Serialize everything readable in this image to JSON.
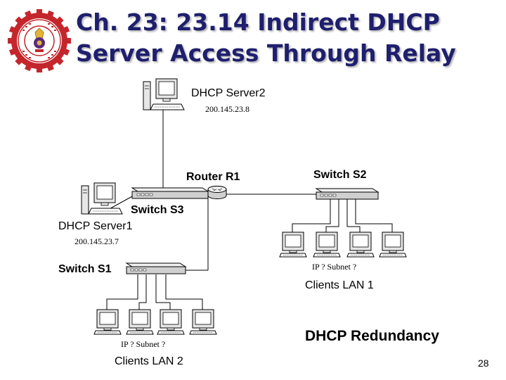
{
  "slide": {
    "title_line1": "Ch. 23: 23.14 Indirect DHCP",
    "title_line2": "Server Access Through Relay",
    "page_number": "28"
  },
  "diagram": {
    "dhcp_server2": {
      "name": "DHCP Server2",
      "ip": "200.145.23.8"
    },
    "dhcp_server1": {
      "name": "DHCP Server1",
      "ip": "200.145.23.7"
    },
    "router_r1": "Router R1",
    "switch_s1": "Switch S1",
    "switch_s2": "Switch S2",
    "switch_s3": "Switch S3",
    "lan1": {
      "ip_label": "IP ? Subnet ?",
      "name": "Clients LAN 1"
    },
    "lan2": {
      "ip_label": "IP ? Subnet ?",
      "name": "Clients LAN 2"
    },
    "redundancy_label": "DHCP Redundancy"
  },
  "colors": {
    "title": "#1f1f6e",
    "logo_red": "#c4262c",
    "logo_purple": "#5a2a7c",
    "logo_gold": "#e2b43a"
  }
}
